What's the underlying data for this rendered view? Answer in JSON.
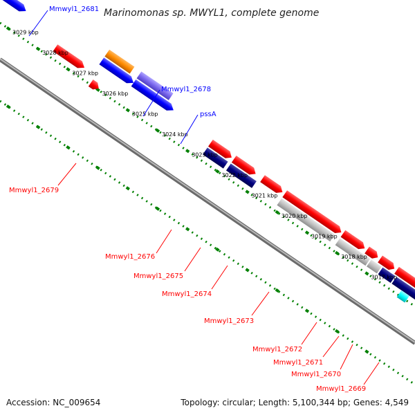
{
  "title": "Marinomonas sp. MWYL1, complete genome",
  "footer": {
    "accession": "Accession: NC_009654",
    "topology": "Topology: circular; Length: 5,100,344 bp; Genes: 4,549"
  },
  "ticks": [
    "3029 kbp",
    "3028 kbp",
    "3027 kbp",
    "3026 kbp",
    "3025 kbp",
    "3024 kbp",
    "3023 kbp",
    "3022 kbp",
    "3021 kbp",
    "3020 kbp",
    "3019 kbp",
    "3018 kbp",
    "3017 kbp"
  ],
  "gene_labels": [
    "Mmwyl1_2681",
    "Mmwyl1_2678",
    "pssA",
    "Mmwyl1_2679",
    "Mmwyl1_2676",
    "Mmwyl1_2675",
    "Mmwyl1_2674",
    "Mmwyl1_2673",
    "Mmwyl1_2672",
    "Mmwyl1_2671",
    "Mmwyl1_2670",
    "Mmwyl1_2669"
  ],
  "colors": {
    "red": "#ff0000",
    "blue": "#0000ff",
    "navy": "#000080",
    "orange": "#ff8c00",
    "purple": "#7b68ee",
    "gray": "#bebebe",
    "cyan": "#00ffff",
    "backbone": "#808080",
    "dots": "#008000",
    "label_blue": "#0000ff",
    "label_red": "#ff0000"
  }
}
